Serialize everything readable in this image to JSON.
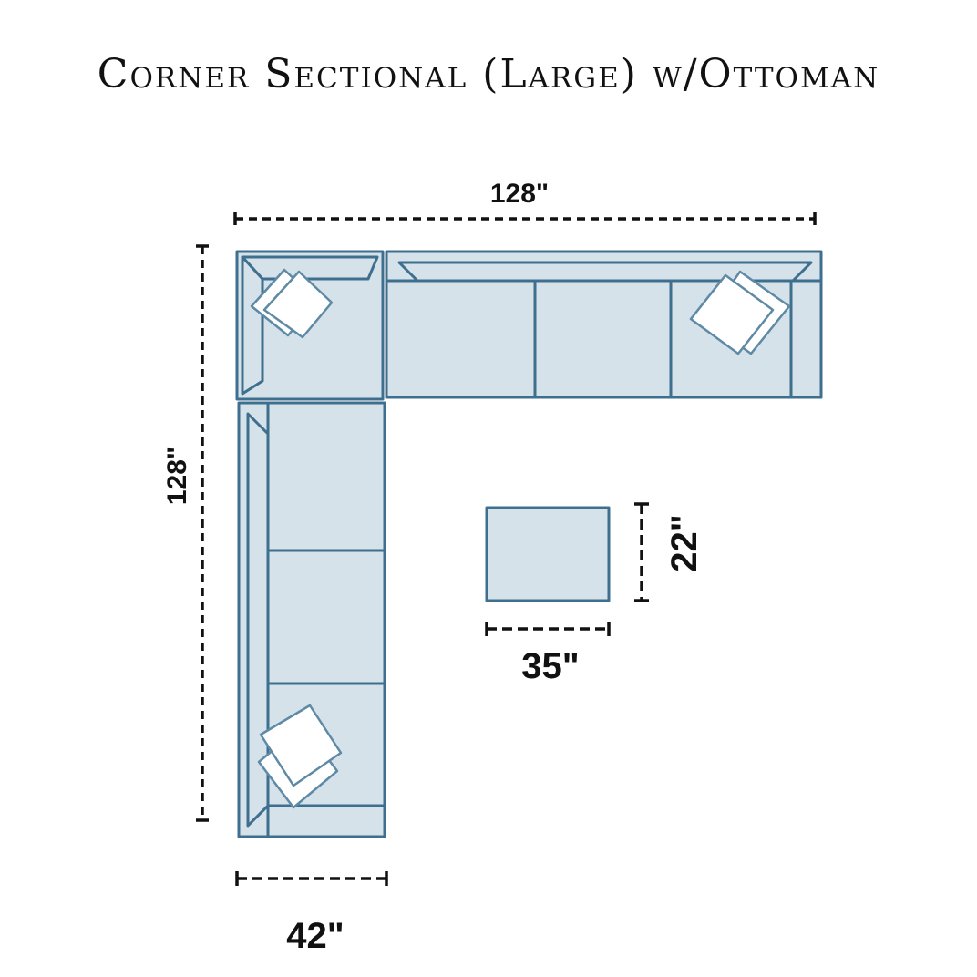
{
  "title": "Corner Sectional (Large) w/Ottoman",
  "dimensions": {
    "sectional_width": "128\"",
    "sectional_depth": "128\"",
    "arm_depth": "42\"",
    "ottoman_width": "35\"",
    "ottoman_depth": "22\""
  },
  "colors": {
    "upholstery_fill": "#d6e2ea",
    "upholstery_stroke": "#3f6f8f",
    "dimension_line": "#111111",
    "pillow_fill": "#ffffff"
  }
}
